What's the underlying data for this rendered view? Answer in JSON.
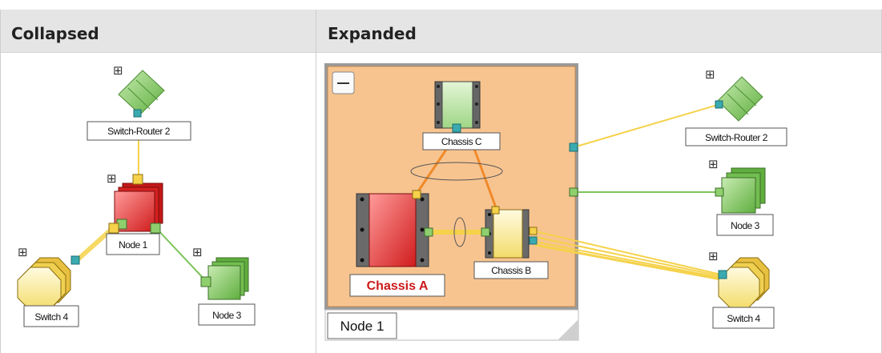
{
  "headers": {
    "collapsed": "Collapsed",
    "expanded": "Expanded"
  },
  "collapsed": {
    "switch_router": "Switch-Router 2",
    "node1": "Node 1",
    "switch4": "Switch 4",
    "node3": "Node 3"
  },
  "expanded": {
    "chassis_a": "Chassis A",
    "chassis_b": "Chassis B",
    "chassis_c": "Chassis C",
    "node1": "Node 1",
    "switch_router": "Switch-Router 2",
    "node3": "Node 3",
    "switch4": "Switch 4"
  },
  "colors": {
    "header_bg": "#e5e5e5",
    "container_fill": "#f7c490",
    "red_node": "#e23a3a",
    "green_node": "#8fcf6e",
    "yellow_node": "#f3dc6a",
    "link_yellow": "#f5d24a",
    "link_green": "#7cc35a",
    "link_orange": "#f08a2a",
    "port_teal": "#3aaab0"
  },
  "icons": [
    "expand-plus-icon",
    "collapse-minus-icon"
  ]
}
